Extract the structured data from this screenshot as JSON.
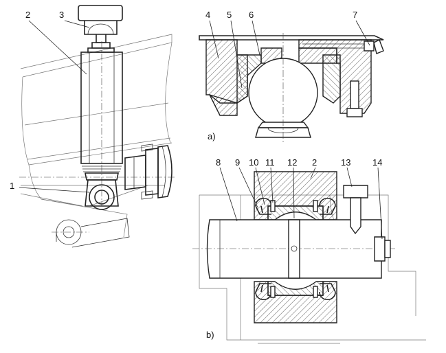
{
  "callouts": [
    "1",
    "2",
    "3",
    "4",
    "5",
    "6",
    "7",
    "8",
    "9",
    "10",
    "11",
    "12",
    "2",
    "13",
    "14"
  ],
  "captions": {
    "view_a": "a)",
    "view_b": "b)"
  }
}
